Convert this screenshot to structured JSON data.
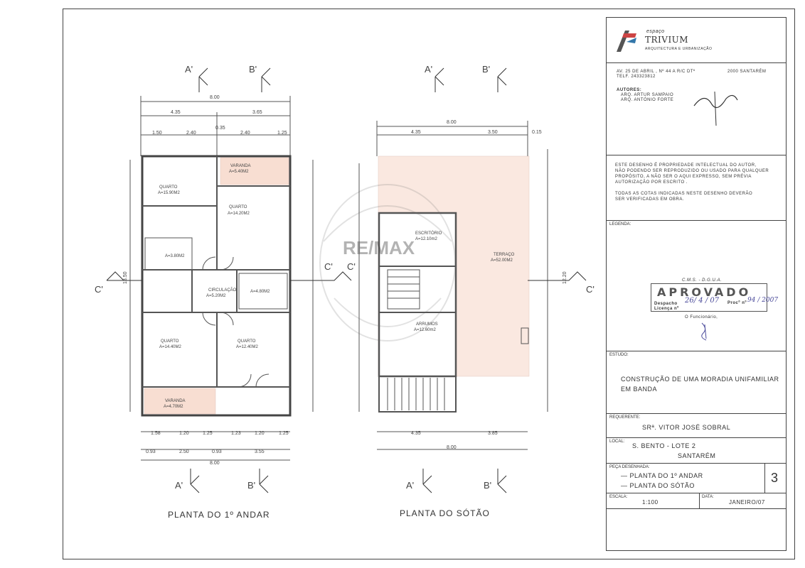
{
  "title_block": {
    "company_brand": "espaço",
    "company_name": "TRIVIUM",
    "company_sub": "ARQUITECTURA E URBANIZAÇÃO",
    "address": "AV. 25 DE ABRIL , Nº 44 A   R/C DTº",
    "city": "2000 SANTARÉM",
    "phone": "TELF.  243323812",
    "authors_label": "AUTORES:",
    "author_1": "ARQ. ARTUR SAMPAIO",
    "author_2": "ARQ. ANTÓNIO FORTE",
    "notice_1": "ESTE DESENHO É PROPRIEDADE INTELECTUAL DO AUTOR,",
    "notice_2": "NÃO PODENDO SER REPRODUZIDO OU USADO PARA QUALQUER",
    "notice_3": "PROPÓSITO, A NÃO SER O AQUI EXPRESSO, SEM PRÉVIA",
    "notice_4": "AUTORIZAÇÃO POR ESCRITO .",
    "notice_5": "TODAS AS COTAS INDICADAS NESTE DESENHO DEVERÃO",
    "notice_6": "SER VERIFICADAS EM OBRA.",
    "legend_label": "LEGENDA:",
    "stamp_header": "C.M.S. - D.G.U.A.",
    "stamp_title": "APROVADO",
    "stamp_despacho": "Despacho",
    "stamp_despacho_val": "26/ 4 / 07",
    "stamp_proc": "Procº nº",
    "stamp_proc_val": "94 / 2007",
    "stamp_licenca": "Licença nº",
    "stamp_func": "O Funcionário,",
    "study_label": "ESTUDO:",
    "study_1": "CONSTRUÇÃO DE UMA MORADIA UNIFAMILIAR",
    "study_2": "EM BANDA",
    "req_label": "REQUERENTE:",
    "requester": "SRª. VITOR JOSÉ SOBRAL",
    "local_label": "LOCAL:",
    "local_1": "S. BENTO  -  LOTE 2",
    "local_2": "SANTARÉM",
    "piece_label": "PEÇA DESENHADA:",
    "piece_1": "PLANTA DO 1º ANDAR",
    "piece_2": "PLANTA DO SÓTÃO",
    "sheet_no": "3",
    "scale_label": "ESCALA:",
    "scale": "1:100",
    "date_label": "DATA:",
    "date": "JANEIRO/07"
  },
  "plan1": {
    "caption": "PLANTA DO 1º ANDAR",
    "section_a": "A'",
    "section_b": "B'",
    "section_c": "C'",
    "dim_total": "8.00",
    "dim_435": "4.35",
    "dim_365": "3.65",
    "dim_150": "1.50",
    "dim_240a": "2.40",
    "dim_035": "0.35",
    "dim_240b": "2.40",
    "dim_125": "1.25",
    "dim_1350": "13.50",
    "rooms": [
      {
        "name": "VARANDA",
        "area": "A=5.40M2"
      },
      {
        "name": "QUARTO",
        "area": "A=15.90M2"
      },
      {
        "name": "QUARTO",
        "area": "A=14.20M2"
      },
      {
        "name": "CIRCULAÇÃO",
        "area": "A=5.20M2"
      },
      {
        "name": "",
        "area": "A=4.80M2"
      },
      {
        "name": "",
        "area": "A=3.80M2"
      },
      {
        "name": "QUARTO",
        "area": "A=14.40M2"
      },
      {
        "name": "QUARTO",
        "area": "A=12.40M2"
      },
      {
        "name": "VARANDA",
        "area": "A=4.70M2"
      }
    ],
    "bottom_dims": [
      "1.58",
      "1.20",
      "1.25",
      "1.23",
      "1.20",
      "1.25"
    ],
    "bottom_dims2": [
      "0.93",
      "2.50",
      "0.93",
      "3.55"
    ],
    "dim_bottom_total": "8.00"
  },
  "plan2": {
    "caption": "PLANTA DO SÓTÃO",
    "dim_total": "8.00",
    "dim_435": "4.35",
    "dim_350": "3.50",
    "dim_015": "0.15",
    "dim_1220": "12.20",
    "rooms": [
      {
        "name": "ESCRITÓRIO",
        "area": "A=12.10m2"
      },
      {
        "name": "TERRAÇO",
        "area": "A=52.00M2"
      },
      {
        "name": "ARRUMOS",
        "area": "A=12.60m2"
      }
    ],
    "bottom_435": "4.35",
    "bottom_385": "3.85",
    "bottom_total": "8.00"
  },
  "watermark": "RE/MAX"
}
